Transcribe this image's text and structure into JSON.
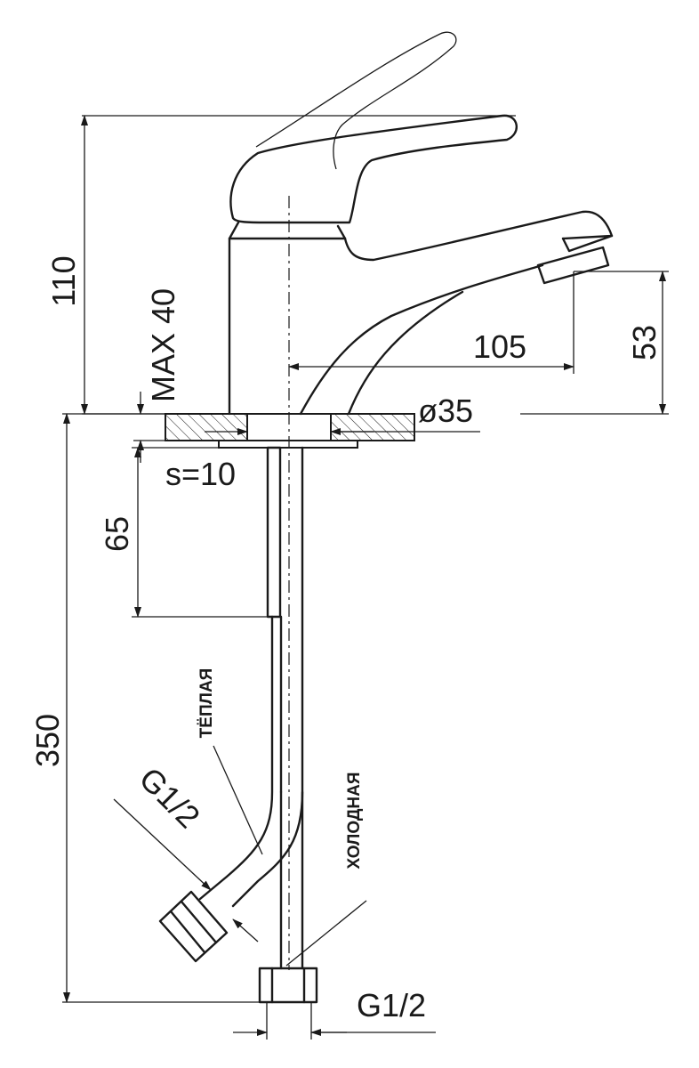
{
  "dimensions": {
    "total_height": "110",
    "max_deck_thickness": "MAX 40",
    "spout_reach": "105",
    "spout_outlet_height": "53",
    "mounting_hole_diameter": "ø35",
    "washer_thickness": "s=10",
    "threaded_stud_length": "65",
    "hose_length": "350",
    "hose_thread_left": "G1/2",
    "hose_thread_bottom": "G1/2"
  },
  "labels": {
    "warm_hose": "ТЁПЛАЯ",
    "cold_hose": "ХОЛОДНАЯ"
  }
}
